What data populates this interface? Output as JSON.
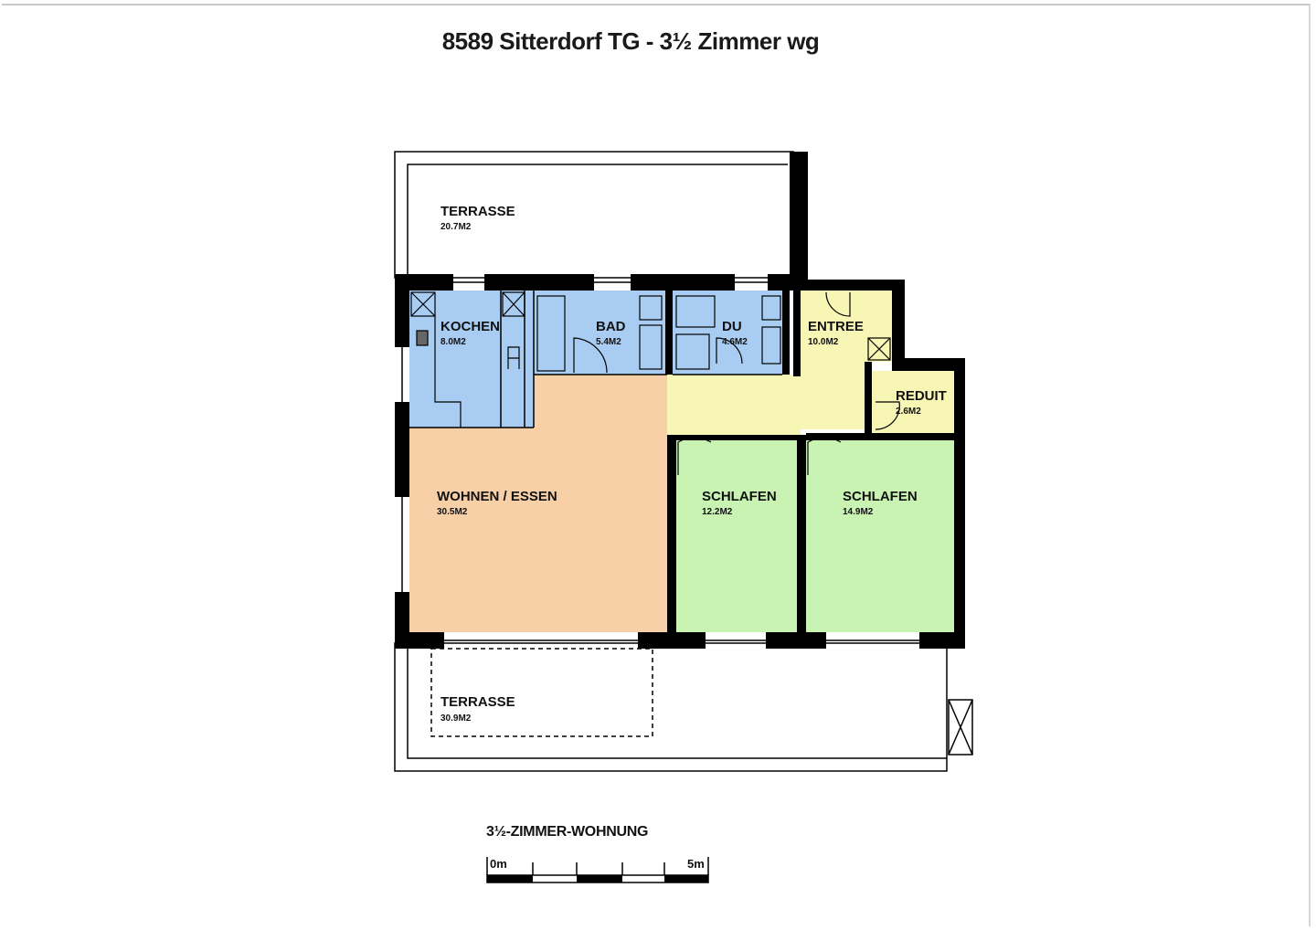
{
  "title": "8589 Sitterdorf TG - 3½ Zimmer wg",
  "rooms": {
    "terrasse_top": {
      "name": "TERRASSE",
      "area": "20.7M2"
    },
    "kochen": {
      "name": "KOCHEN",
      "area": "8.0M2"
    },
    "bad": {
      "name": "BAD",
      "area": "5.4M2"
    },
    "du": {
      "name": "DU",
      "area": "4.6M2"
    },
    "entree": {
      "name": "ENTREE",
      "area": "10.0M2"
    },
    "reduit": {
      "name": "REDUIT",
      "area": "2.6M2"
    },
    "wohnen": {
      "name": "WOHNEN / ESSEN",
      "area": "30.5M2"
    },
    "schlafen1": {
      "name": "SCHLAFEN",
      "area": "12.2M2"
    },
    "schlafen2": {
      "name": "SCHLAFEN",
      "area": "14.9M2"
    },
    "terrasse_bottom": {
      "name": "TERRASSE",
      "area": "30.9M2"
    }
  },
  "colors": {
    "wet": "#a9ccf2",
    "living": "#f8d0a8",
    "hall": "#f8f6b4",
    "bedroom": "#c9f3b3",
    "wall": "#000000"
  },
  "scale": {
    "title": "3½-ZIMMER-WOHNUNG",
    "start": "0m",
    "end": "5m"
  }
}
